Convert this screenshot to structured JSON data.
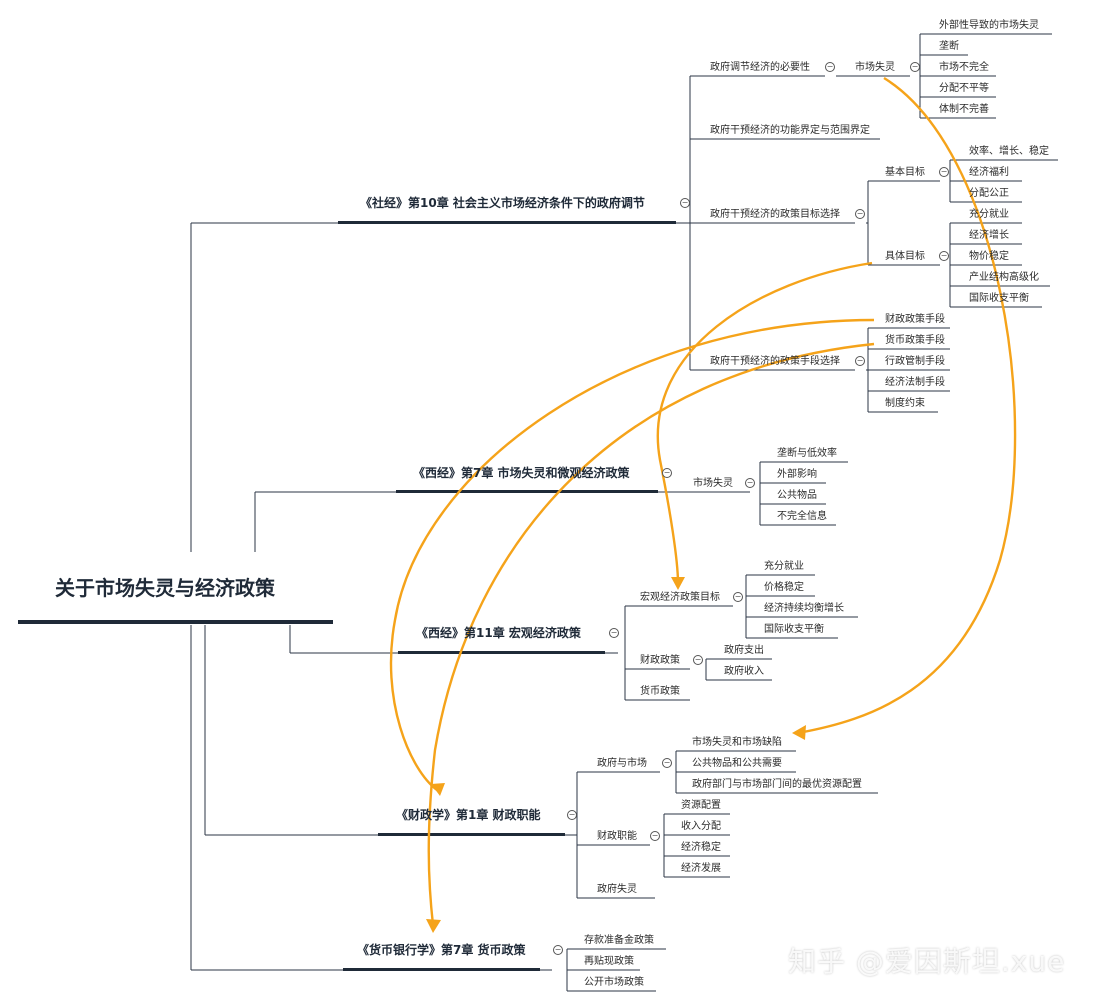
{
  "root": "关于市场失灵与经济政策",
  "branches": {
    "shejing": {
      "title": "《社经》第10章 社会主义市场经济条件下的政府调节",
      "necessity": "政府调节经济的必要性",
      "market_failure": "市场失灵",
      "mf_items": [
        "外部性导致的市场失灵",
        "垄断",
        "市场不完全",
        "分配不平等",
        "体制不完善"
      ],
      "scope": "政府干预经济的功能界定与范围界定",
      "goals": "政府干预经济的政策目标选择",
      "basic_goal": "基本目标",
      "basic_items": [
        "效率、增长、稳定",
        "经济福利",
        "分配公正"
      ],
      "specific_goal": "具体目标",
      "specific_items": [
        "充分就业",
        "经济增长",
        "物价稳定",
        "产业结构高级化",
        "国际收支平衡"
      ],
      "means": "政府干预经济的政策手段选择",
      "means_items": [
        "财政政策手段",
        "货币政策手段",
        "行政管制手段",
        "经济法制手段",
        "制度约束"
      ]
    },
    "xijing7": {
      "title": "《西经》第7章 市场失灵和微观经济政策",
      "market_failure": "市场失灵",
      "items": [
        "垄断与低效率",
        "外部影响",
        "公共物品",
        "不完全信息"
      ]
    },
    "xijing11": {
      "title": "《西经》第11章 宏观经济政策",
      "macro_goals": "宏观经济政策目标",
      "goal_items": [
        "充分就业",
        "价格稳定",
        "经济持续均衡增长",
        "国际收支平衡"
      ],
      "fiscal": "财政政策",
      "fiscal_items": [
        "政府支出",
        "政府收入"
      ],
      "monetary": "货币政策"
    },
    "caizheng": {
      "title": "《财政学》第1章 财政职能",
      "gov_market": "政府与市场",
      "gm_items": [
        "市场失灵和市场缺陷",
        "公共物品和公共需要",
        "政府部门与市场部门间的最优资源配置"
      ],
      "functions": "财政职能",
      "func_items": [
        "资源配置",
        "收入分配",
        "经济稳定",
        "经济发展"
      ],
      "fiscal_failure": "政府失灵"
    },
    "huobi": {
      "title": "《货币银行学》第7章 货币政策",
      "items": [
        "存款准备金政策",
        "再贴现政策",
        "公开市场政策"
      ]
    }
  },
  "toggle_symbol": "−",
  "watermark": "知乎 @爱因斯坦.xue",
  "colors": {
    "line": "#2b3545",
    "branch_underline": "#1f2a38",
    "arrow": "#f5a31a"
  }
}
